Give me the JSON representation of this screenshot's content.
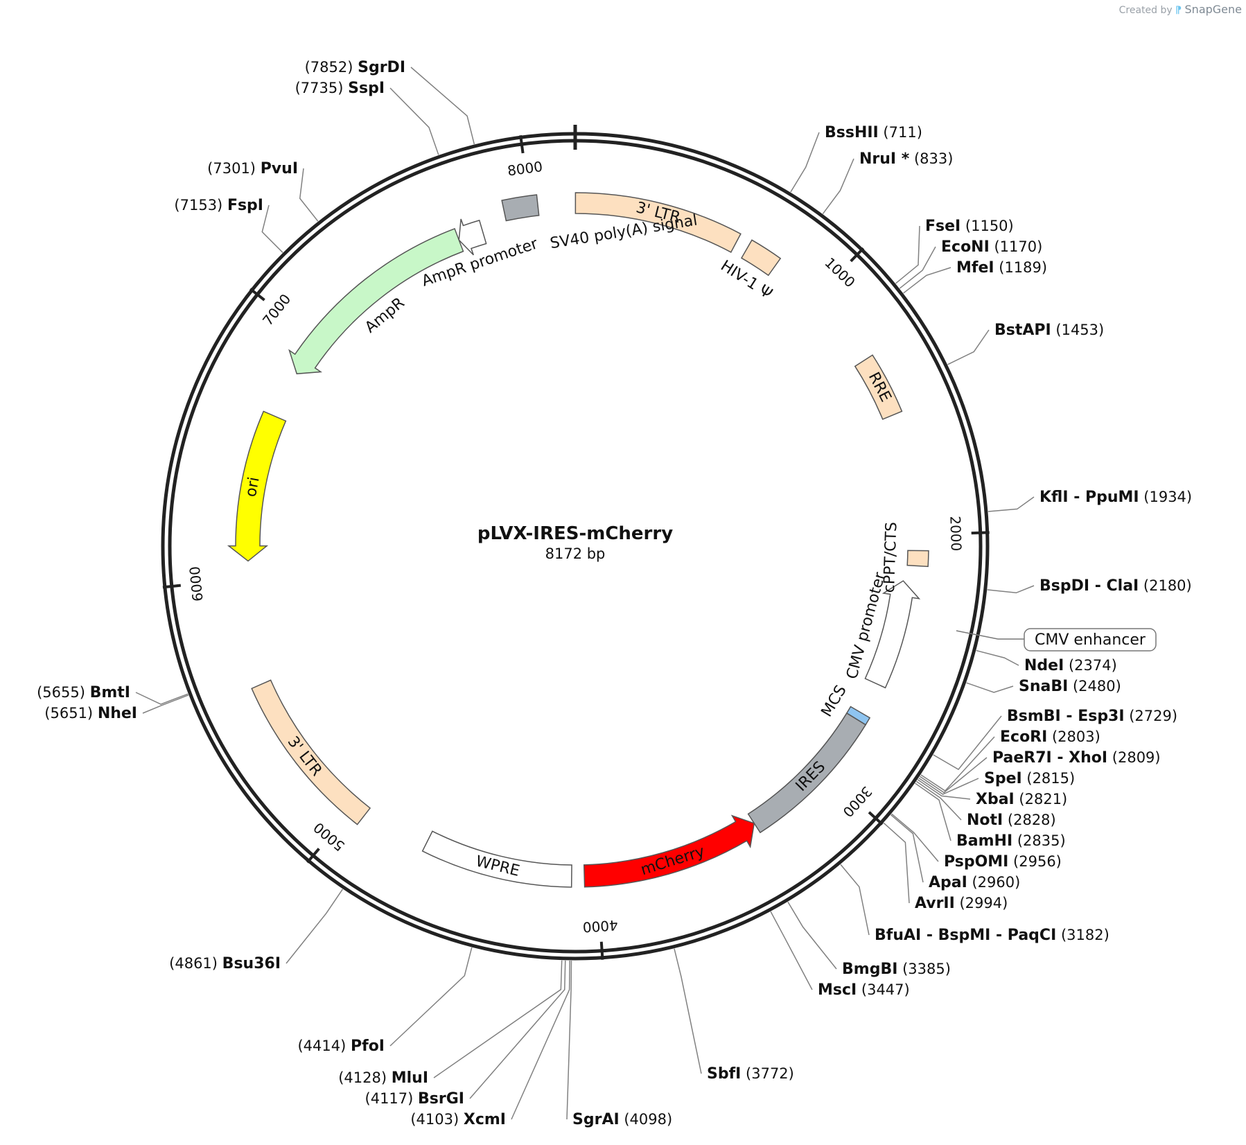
{
  "branding": {
    "prefix": "Created by",
    "name": "SnapGene"
  },
  "plasmid": {
    "name": "pLVX-IRES-mCherry",
    "length_label": "8172 bp",
    "length": 8172
  },
  "ticks": [
    "1000",
    "2000",
    "3000",
    "4000",
    "5000",
    "6000",
    "7000",
    "8000"
  ],
  "features": [
    {
      "name": "3' LTR",
      "start": 1,
      "end": 634,
      "color": "#fde0c0",
      "arrow": false
    },
    {
      "name": "HIV-1 Ψ",
      "start": 681,
      "end": 806,
      "color": "#fde0c0",
      "arrow": false
    },
    {
      "name": "RRE",
      "start": 1300,
      "end": 1534,
      "color": "#fde0c0",
      "arrow": false
    },
    {
      "name": "cPPT/CTS",
      "start": 2060,
      "end": 2118,
      "color": "#fde0c0",
      "arrow": false
    },
    {
      "name": "CMV promoter",
      "start": 2180,
      "end": 2600,
      "color": "#ffffff",
      "arrow": true
    },
    {
      "name": "MCS",
      "start": 2729,
      "end": 2760,
      "color": "#8ec4f0",
      "arrow": false
    },
    {
      "name": "IRES",
      "start": 2760,
      "end": 3340,
      "color": "#a8adb2",
      "arrow": false
    },
    {
      "name": "mCherry",
      "start": 3340,
      "end": 4050,
      "color": "#ff0000",
      "arrow": true
    },
    {
      "name": "WPRE",
      "start": 4100,
      "end": 4690,
      "color": "#ffffff",
      "arrow": false
    },
    {
      "name": "3' LTR",
      "start": 4950,
      "end": 5590,
      "color": "#fde0c0",
      "arrow": false
    },
    {
      "name": "ori",
      "start": 6070,
      "end": 6660,
      "color": "#ffff00",
      "arrow": true
    },
    {
      "name": "AmpR",
      "start": 6850,
      "end": 7700,
      "color": "#c8f7c8",
      "arrow": true
    },
    {
      "name": "AmpR promoter",
      "start": 7700,
      "end": 7800,
      "color": "#ffffff",
      "arrow": true
    },
    {
      "name": "SV40 poly(A) signal",
      "start": 7900,
      "end": 8030,
      "color": "#a8adb2",
      "arrow": false
    }
  ],
  "sites": [
    {
      "names": [
        "SgrDI"
      ],
      "pos": "7852"
    },
    {
      "names": [
        "SspI"
      ],
      "pos": "7735"
    },
    {
      "names": [
        "PvuI"
      ],
      "pos": "7301"
    },
    {
      "names": [
        "FspI"
      ],
      "pos": "7153"
    },
    {
      "names": [
        "BssHII"
      ],
      "pos": "711"
    },
    {
      "names": [
        "NruI *"
      ],
      "pos": "833",
      "gray": true
    },
    {
      "names": [
        "FseI"
      ],
      "pos": "1150"
    },
    {
      "names": [
        "EcoNI"
      ],
      "pos": "1170"
    },
    {
      "names": [
        "MfeI"
      ],
      "pos": "1189"
    },
    {
      "names": [
        "BstAPI"
      ],
      "pos": "1453"
    },
    {
      "names": [
        "KflI",
        "PpuMI"
      ],
      "pos": "1934"
    },
    {
      "names": [
        "BspDI",
        "ClaI"
      ],
      "pos": "2180"
    },
    {
      "names": [
        "NdeI"
      ],
      "pos": "2374"
    },
    {
      "names": [
        "SnaBI"
      ],
      "pos": "2480"
    },
    {
      "names": [
        "BsmBI",
        "Esp3I"
      ],
      "pos": "2729"
    },
    {
      "names": [
        "EcoRI"
      ],
      "pos": "2803"
    },
    {
      "names": [
        "PaeR7I",
        "XhoI"
      ],
      "pos": "2809"
    },
    {
      "names": [
        "SpeI"
      ],
      "pos": "2815"
    },
    {
      "names": [
        "XbaI"
      ],
      "pos": "2821"
    },
    {
      "names": [
        "NotI"
      ],
      "pos": "2828"
    },
    {
      "names": [
        "BamHI"
      ],
      "pos": "2835"
    },
    {
      "names": [
        "PspOMI"
      ],
      "pos": "2956"
    },
    {
      "names": [
        "ApaI"
      ],
      "pos": "2960"
    },
    {
      "names": [
        "AvrII"
      ],
      "pos": "2994"
    },
    {
      "names": [
        "BfuAI",
        "BspMI",
        "PaqCI"
      ],
      "pos": "3182"
    },
    {
      "names": [
        "BmgBI"
      ],
      "pos": "3385"
    },
    {
      "names": [
        "MscI"
      ],
      "pos": "3447"
    },
    {
      "names": [
        "SbfI"
      ],
      "pos": "3772"
    },
    {
      "names": [
        "SgrAI"
      ],
      "pos": "4098"
    },
    {
      "names": [
        "XcmI"
      ],
      "pos": "4103"
    },
    {
      "names": [
        "BsrGI"
      ],
      "pos": "4117"
    },
    {
      "names": [
        "MluI"
      ],
      "pos": "4128"
    },
    {
      "names": [
        "PfoI"
      ],
      "pos": "4414"
    },
    {
      "names": [
        "Bsu36I"
      ],
      "pos": "4861"
    },
    {
      "names": [
        "BmtI"
      ],
      "pos": "5655"
    },
    {
      "names": [
        "NheI"
      ],
      "pos": "5651"
    }
  ],
  "boxed_label": "CMV enhancer"
}
